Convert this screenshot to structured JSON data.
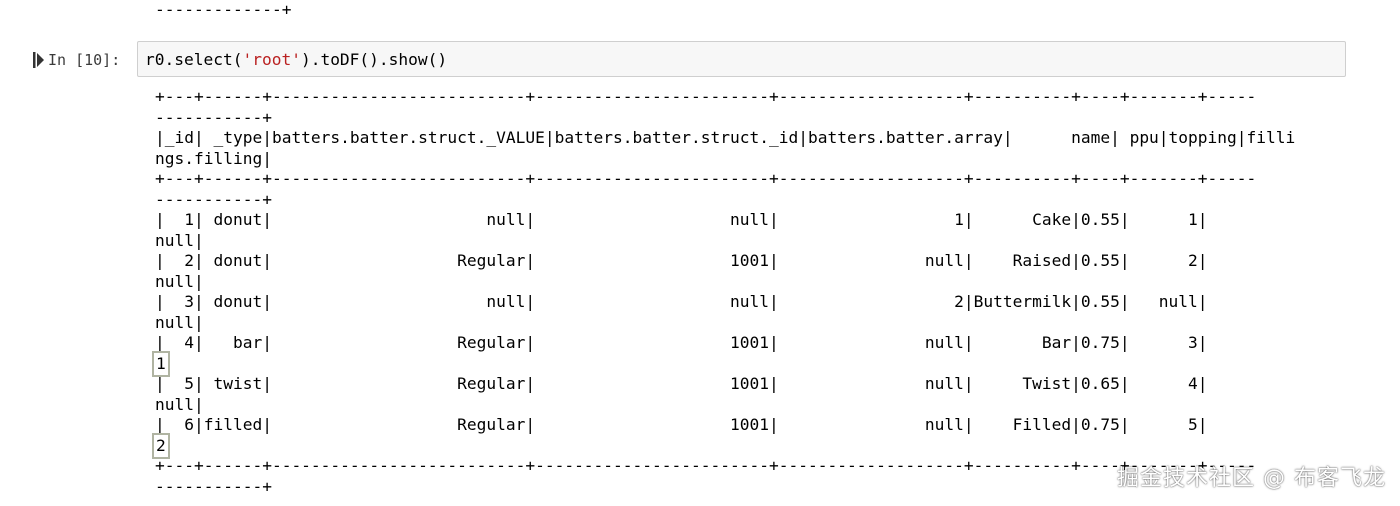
{
  "previous_output": {
    "tail_line": "-------------+"
  },
  "cell": {
    "prompt": "In [10]:",
    "code": {
      "var": "r0",
      "part1": ".select(",
      "string": "'root'",
      "part2": ").toDF().show()"
    }
  },
  "output": {
    "lines": [
      "+---+------+--------------------------+------------------------+-------------------+----------+----+-------+-----",
      "-----------+",
      "|_id| _type|batters.batter.struct._VALUE|batters.batter.struct._id|batters.batter.array|      name| ppu|topping|filli",
      "ngs.filling|",
      "+---+------+--------------------------+------------------------+-------------------+----------+----+-------+-----",
      "-----------+",
      "|  1| donut|                      null|                    null|                  1|      Cake|0.55|      1|",
      "null|",
      "|  2| donut|                   Regular|                    1001|               null|    Raised|0.55|      2|",
      "null|",
      "|  3| donut|                      null|                    null|                  2|Buttermilk|0.55|   null|",
      "null|",
      "|  4|   bar|                   Regular|                    1001|               null|       Bar|0.75|      3|",
      "1",
      "|  5| twist|                   Regular|                    1001|               null|     Twist|0.65|      4|",
      "null|",
      "|  6|filled|                   Regular|                    1001|               null|    Filled|0.75|      5|",
      "2",
      "+---+------+--------------------------+------------------------+-------------------+----------+----+-------+-----",
      "-----------+"
    ]
  },
  "watermark": "掘金技术社区 @ 布客飞龙"
}
